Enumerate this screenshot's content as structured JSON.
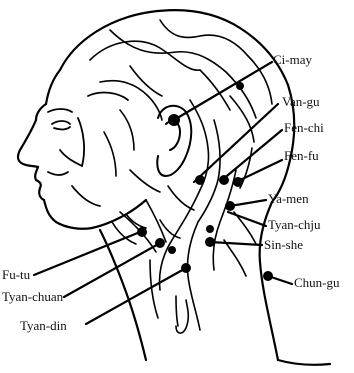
{
  "figure": {
    "labels": {
      "ci_may": "Ci-may",
      "van_gu": "Van-gu",
      "fen_chi": "Fen-chi",
      "fen_fu": "Fen-fu",
      "ya_men": "Ya-men",
      "tyan_chju": "Tyan-chju",
      "sin_she": "Sin-she",
      "chun_gu": "Chun-gu",
      "fu_tu": "Fu-tu",
      "tyan_chuan": "Tyan-chuan",
      "tyan_din": "Tyan-din"
    }
  }
}
